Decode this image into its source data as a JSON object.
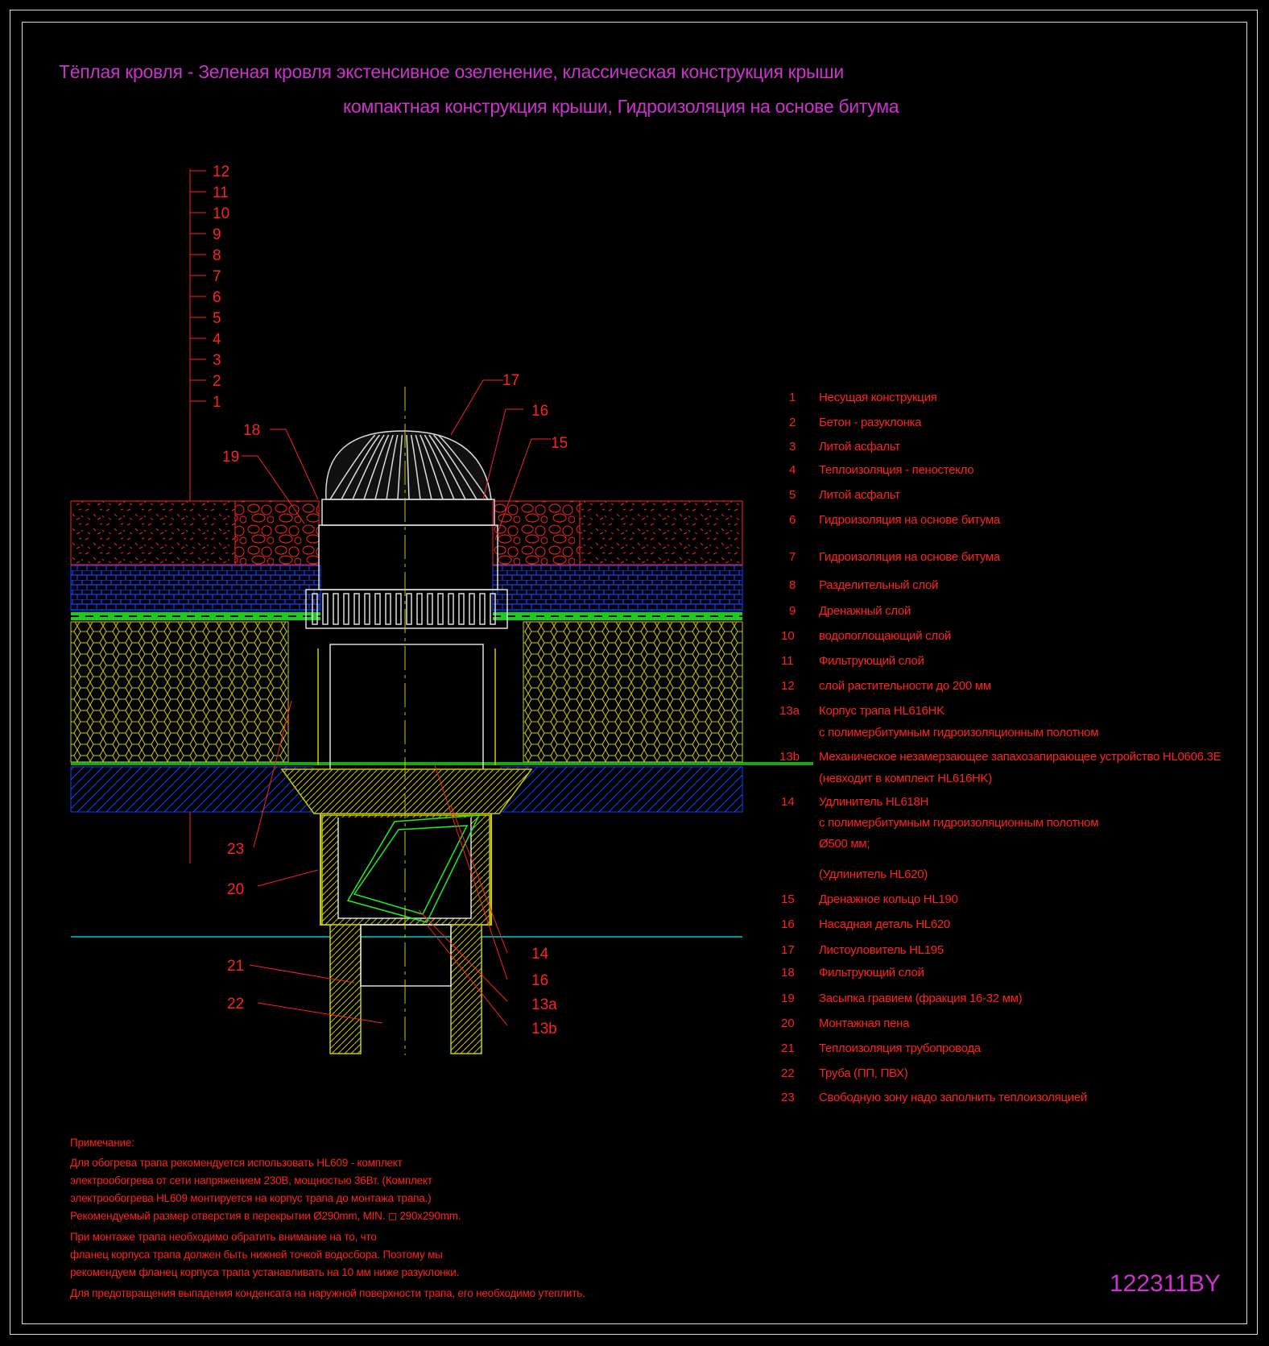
{
  "title_line1": "Тёплая кровля - Зеленая кровля экстенсивное озеленение, классическая конструкция крыши",
  "title_line2": "компактная конструкция крыши, Гидроизоляция на основе битума",
  "layer_scale": [
    "12",
    "11",
    "10",
    "9",
    "8",
    "7",
    "6",
    "5",
    "4",
    "3",
    "2",
    "1"
  ],
  "callouts": [
    "17",
    "16",
    "15",
    "18",
    "19",
    "23",
    "20",
    "21",
    "22",
    "14",
    "16",
    "13a",
    "13b"
  ],
  "legend": [
    {
      "num": "1",
      "text": "Несущая конструкция"
    },
    {
      "num": "2",
      "text": "Бетон - разуклонка"
    },
    {
      "num": "3",
      "text": "Литой асфальт"
    },
    {
      "num": "4",
      "text": "Теплоизоляция - пеностекло"
    },
    {
      "num": "5",
      "text": "Литой асфальт"
    },
    {
      "num": "6",
      "text": "Гидроизоляция на основе битума"
    },
    {
      "num": "7",
      "text": "Гидроизоляция на основе битума"
    },
    {
      "num": "8",
      "text": "Разделительный слой"
    },
    {
      "num": "9",
      "text": "Дренажный слой"
    },
    {
      "num": "10",
      "text": "водопоглощающий слой"
    },
    {
      "num": "11",
      "text": "Фильтрующий слой"
    },
    {
      "num": "12",
      "text": "слой растительности до 200 мм"
    },
    {
      "num": "13a",
      "text": "Корпус трапа HL616HK"
    },
    {
      "num": "",
      "text": "с полимербитумным гидроизоляционным полотном"
    },
    {
      "num": "13b",
      "text": "Механическое незамерзающее запахозапирающее устройство HL0606.3E"
    },
    {
      "num": "",
      "text": "(невходит в комплект HL616HK)"
    },
    {
      "num": "14",
      "text": "Удлинитель HL618H"
    },
    {
      "num": "",
      "text": " с полимербитумным гидроизоляционным полотном"
    },
    {
      "num": "",
      "text": "Ø500 мм;"
    },
    {
      "num": "",
      "text": "(Удлинитель HL620)"
    },
    {
      "num": "15",
      "text": "Дренажное кольцо HL190"
    },
    {
      "num": "16",
      "text": "Насадная деталь HL620"
    },
    {
      "num": "17",
      "text": "Листоуловитель HL195"
    },
    {
      "num": "18",
      "text": "Фильтрующий слой"
    },
    {
      "num": "19",
      "text": "Засыпка гравием (фракция 16-32 мм)"
    },
    {
      "num": "20",
      "text": "Монтажная пена"
    },
    {
      "num": "21",
      "text": "Теплоизоляция трубопровода"
    },
    {
      "num": "22",
      "text": "Труба (ПП, ПВХ)"
    },
    {
      "num": "23",
      "text": " Свободную зону надо заполнить теплоизоляцией"
    }
  ],
  "notes": [
    "Примечание:",
    "Для обогрева трапа рекомендуется использовать HL609 - комплект",
    "электрообогрева от сети напряжением 230В, мощностью 36Вт. (Комплект",
    "электрообогрева HL609 монтируется на корпус трапа до монтажа трапа.)",
    "Рекомендуемый размер отверстия в перекрытии Ø290mm, MIN. ◻ 290x290mm.",
    "При монтаже трапа необходимо обратить внимание на то, что",
    "фланец корпуса трапа должен быть нижней точкой водосбора. Поэтому мы",
    "рекомендуем фланец корпуса трапа устанавливать на 10 мм ниже разуклонки.",
    "Для предотвращения выпадения конденсата на наружной поверхности трапа, его необходимо утеплить."
  ],
  "drawing_code": "122311BY",
  "colors": {
    "title": "#cc33cc",
    "text": "#ff2222",
    "frame": "#dcdcdc",
    "insulation": "#cccc00",
    "membrane": "#22ee22",
    "drainage": "#1144ff"
  }
}
